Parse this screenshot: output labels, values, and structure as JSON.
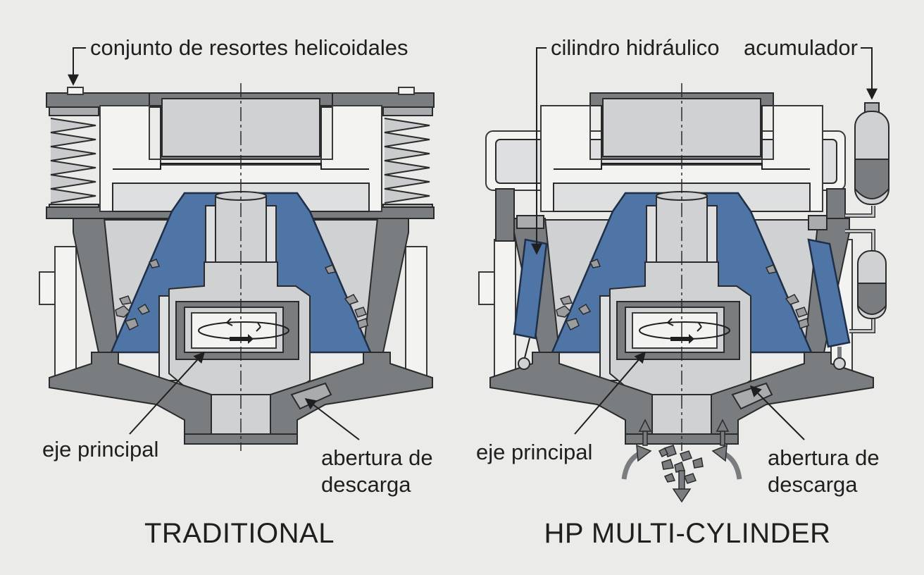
{
  "diagram": {
    "left_panel": {
      "title": "TRADITIONAL",
      "label_spring": "conjunto de resortes helicoidales",
      "label_shaft": "eje principal",
      "label_discharge_1": "abertura de",
      "label_discharge_2": "descarga"
    },
    "right_panel": {
      "title": "HP MULTI-CYLINDER",
      "label_cylinder": "cilindro hidráulico",
      "label_accumulator": "acumulador",
      "label_shaft": "eje principal",
      "label_discharge_1": "abertura de",
      "label_discharge_2": "descarga"
    },
    "colors": {
      "background": "#ebebe9",
      "blue_mantle": "#4f74a6",
      "dark_steel": "#7a7d80",
      "light_steel": "#cfd1d3"
    }
  }
}
